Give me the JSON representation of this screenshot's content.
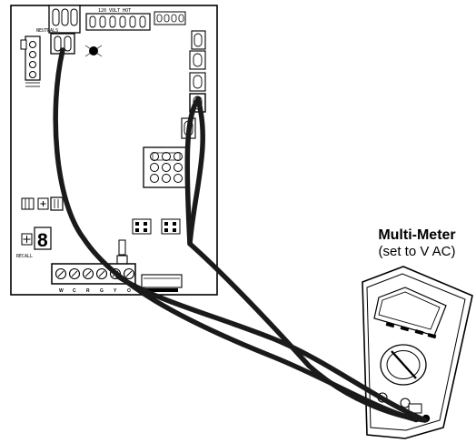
{
  "meter": {
    "title": "Multi-Meter",
    "subtitle": "(set to V AC)"
  },
  "board": {
    "neutrals_label": "NEUTRALS",
    "volt_hot_label": "120 VOLT HOT",
    "terminal_labels": [
      "W",
      "C",
      "R",
      "G",
      "Y",
      "O"
    ],
    "recall_label": "RECALL",
    "seven_segment_value": "8"
  },
  "colors": {
    "outline": "#000000",
    "wire": "#1a1a1a",
    "background": "#ffffff"
  }
}
